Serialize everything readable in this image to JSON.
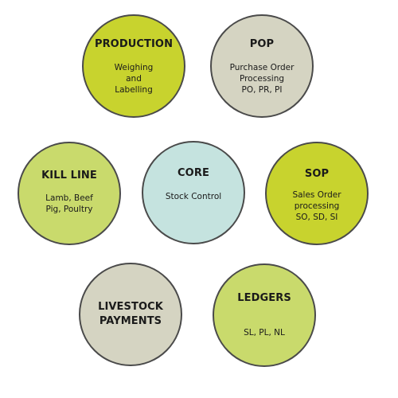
{
  "modules": [
    {
      "id": "production",
      "title": "PRODUCTION",
      "description": "Weighing\nand\nLabelling",
      "color": "#c8d32e"
    },
    {
      "id": "pop",
      "title": "POP",
      "description": "Purchase Order\nProcessing\nPO, PR, PI",
      "color": "#d5d4c2"
    },
    {
      "id": "kill-line",
      "title": "KILL LINE",
      "description": "Lamb, Beef\nPig, Poultry",
      "color": "#c9da6c"
    },
    {
      "id": "core",
      "title": "CORE",
      "description": "Stock Control",
      "color": "#c5e3df"
    },
    {
      "id": "sop",
      "title": "SOP",
      "description": "Sales Order\nprocessing\nSO, SD, SI",
      "color": "#c8d32e"
    },
    {
      "id": "livestock-payments",
      "title": "LIVESTOCK\nPAYMENTS",
      "description": "",
      "color": "#d5d4c2"
    },
    {
      "id": "ledgers",
      "title": "LEDGERS",
      "description": "SL, PL, NL",
      "color": "#c9da6c"
    }
  ]
}
